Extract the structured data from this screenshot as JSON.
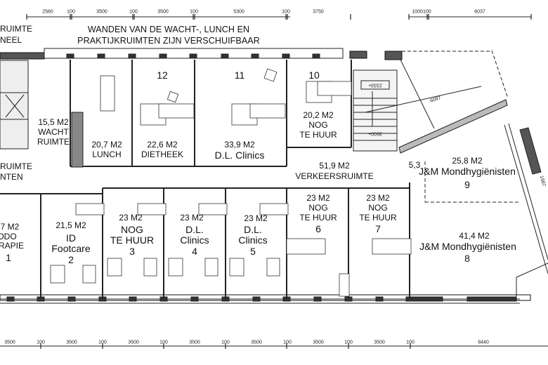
{
  "header": {
    "note_line1": "WANDEN VAN DE WACHT-, LUNCH EN",
    "note_line2": "PRAKTIJKRUIMTEN ZIJN VERSCHUIFBAAR",
    "cut_label_top": [
      "RUIMTE",
      "NEEL"
    ],
    "cut_label_mid": [
      "RUIMTE",
      "NTEN"
    ]
  },
  "dimensions_top": [
    "2560",
    "100",
    "3500",
    "100",
    "3500",
    "100",
    "5300",
    "100",
    "3750"
  ],
  "dimensions_top_right": [
    "1000100",
    "6037"
  ],
  "dimensions_bottom": [
    "3500",
    "100",
    "3500",
    "100",
    "3500",
    "100",
    "3500",
    "100",
    "3500",
    "100",
    "3500",
    "100",
    "3500",
    "100",
    "8440"
  ],
  "dimensions_diagonal": [
    "6097",
    "1987"
  ],
  "stair_labels": [
    "2333+",
    "3500+"
  ],
  "top_rooms": [
    {
      "area": "15,5 M2",
      "name1": "WACHT",
      "name2": "RUIMTE"
    },
    {
      "area": "20,7 M2",
      "name1": "LUNCH"
    },
    {
      "number": "12",
      "area": "22,6 M2",
      "name1": "DIETHEEK"
    },
    {
      "number": "11",
      "area": "33,9 M2",
      "name1": "D.L. Clinics"
    },
    {
      "number": "10",
      "area": "20,2 M2",
      "name1": "NOG",
      "name2": "TE HUUR"
    }
  ],
  "corridor": {
    "area": "51,9 M2",
    "name": "VERKEERSRUIMTE"
  },
  "room9": {
    "area": "25,8 M2",
    "name": "J&M Mondhygiënisten",
    "number": "9",
    "partial": "5,3"
  },
  "bottom_rooms": [
    {
      "area": "7 M2",
      "name1": "ODO",
      "name2": "ERAPIE",
      "number": "1"
    },
    {
      "area": "21,5 M2",
      "name1": "ID",
      "name2": "Footcare",
      "number": "2"
    },
    {
      "area": "23 M2",
      "name1": "NOG",
      "name2": "TE HUUR",
      "number": "3"
    },
    {
      "area": "23 M2",
      "name1": "D.L.",
      "name2": "Clinics",
      "number": "4"
    },
    {
      "area": "23 M2",
      "name1": "D.L.",
      "name2": "Clinics",
      "number": "5"
    },
    {
      "area": "23 M2",
      "name1": "NOG",
      "name2": "TE HUUR",
      "number": "6"
    },
    {
      "area": "23 M2",
      "name1": "NOG",
      "name2": "TE HUUR",
      "number": "7"
    },
    {
      "area": "41,4 M2",
      "name1": "J&M Mondhygiënisten",
      "number": "8"
    }
  ]
}
